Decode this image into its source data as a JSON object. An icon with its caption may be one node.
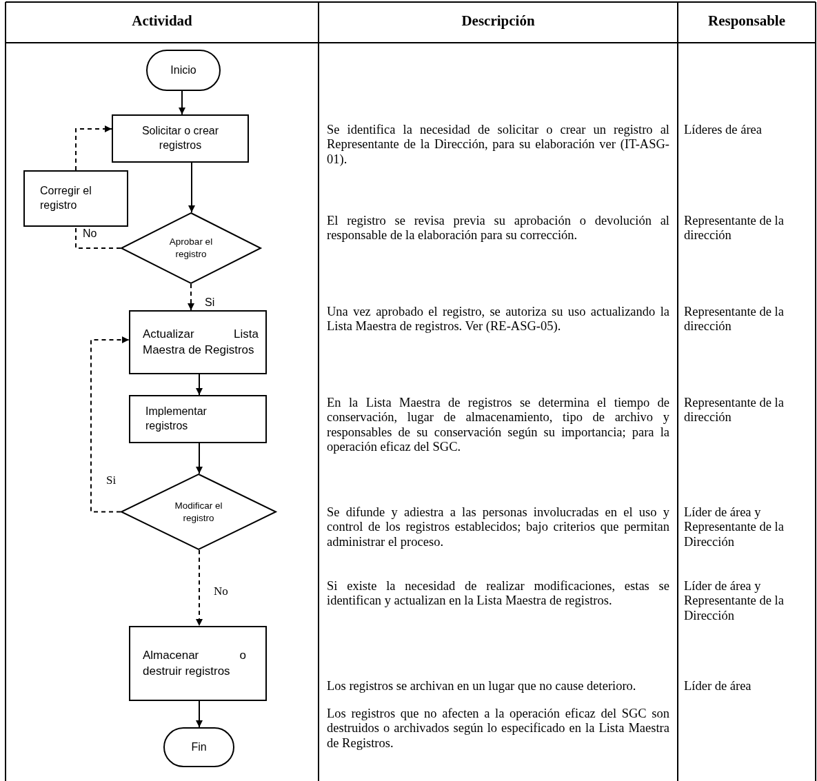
{
  "diagram": {
    "nodes": [
      {
        "text": [
          "Inicio"
        ]
      },
      {
        "text": [
          "Solicitar  o crear registros"
        ]
      },
      {
        "text": [
          "Corregir el registro"
        ]
      },
      {
        "text": [
          "Aprobar el registro"
        ]
      },
      {
        "text": [
          "Actualizar Lista Maestra de Registros"
        ]
      },
      {
        "text": [
          "Implementar registros"
        ]
      },
      {
        "text": [
          "Modificar el registro"
        ]
      },
      {
        "text": [
          "Almacenar o destruir registros"
        ]
      },
      {
        "text": [
          "Fin"
        ]
      }
    ],
    "edges": [
      {
        "from": 0,
        "to": 1,
        "arrow": "to"
      },
      {
        "from": 1,
        "to": 3,
        "arrow": "to"
      },
      {
        "from": 3,
        "to": 2,
        "arrow": "none",
        "style": "dashed",
        "label": "No"
      },
      {
        "from": 2,
        "to": 1,
        "arrow": "to",
        "style": "dashed"
      },
      {
        "from": 3,
        "to": 4,
        "arrow": "to",
        "style": "dashed",
        "label": "Si"
      },
      {
        "from": 4,
        "to": 5,
        "arrow": "to"
      },
      {
        "from": 5,
        "to": 6,
        "arrow": "to"
      },
      {
        "from": 6,
        "to": 4,
        "arrow": "to",
        "style": "dashed",
        "label": "Si"
      },
      {
        "from": 6,
        "to": 7,
        "arrow": "to",
        "style": "dashed",
        "label": "No"
      },
      {
        "from": 7,
        "to": 8,
        "arrow": "to"
      }
    ],
    "labels": [
      "Actividad",
      "Descripción",
      "Responsable",
      "Se identifica la necesidad de solicitar o crear un registro al Representante de la Dirección, para su elaboración ver (IT-ASG-01).",
      "Líderes de área",
      "El registro se revisa previa su  aprobación o devolución al responsable de la elaboración para su corrección.",
      "Representante de la dirección",
      "Una vez aprobado el registro, se autoriza su uso actualizando la Lista Maestra de registros. Ver (RE-ASG-05).",
      "Representante de la dirección",
      "En la Lista Maestra de registros se determina el tiempo de conservación, lugar de almacenamiento, tipo de archivo y responsables de su conservación según su importancia; para la operación eficaz del SGC.",
      "Representante de la dirección",
      "Se difunde y adiestra a las personas involucradas en el uso y  control de los registros establecidos; bajo criterios que permitan administrar el proceso.",
      "Líder de área y Representante de la Dirección",
      "Si existe la necesidad de realizar modificaciones, estas se identifican y actualizan en la Lista Maestra de registros.",
      "Líder de área y Representante de la Dirección",
      "Los registros se archivan en un lugar que no cause deterioro.",
      "Líder de área",
      "Los registros que no afecten a la operación eficaz del SGC son destruidos o archivados según lo especificado en la Lista Maestra de Registros."
    ]
  }
}
